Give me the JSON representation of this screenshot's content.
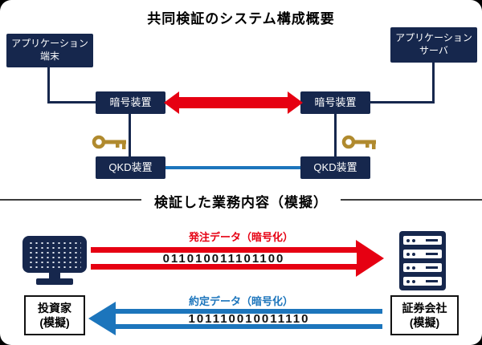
{
  "frame": {
    "background": "#000000",
    "canvas_background": "#ffffff"
  },
  "system_diagram": {
    "title": "共同検証のシステム構成概要",
    "app_terminal": {
      "line1": "アプリケーション",
      "line2": "端末"
    },
    "app_server": {
      "line1": "アプリケーション",
      "line2": "サーバ"
    },
    "crypto_device_left": {
      "label": "暗号装置"
    },
    "crypto_device_right": {
      "label": "暗号装置"
    },
    "qkd_device_left": {
      "label": "QKD装置"
    },
    "qkd_device_right": {
      "label": "QKD装置"
    },
    "icons": {
      "key_left": "key-icon",
      "key_right": "key-icon"
    },
    "colors": {
      "node": "#16274d",
      "encrypted_link": "#e60012",
      "qkd_link": "#1c75bc",
      "key": "#b08a2e"
    }
  },
  "business_diagram": {
    "title": "検証した業務内容（模擬）",
    "order_flow": {
      "caption": "発注データ（暗号化）",
      "binary": "011010011101100",
      "color": "#e60012"
    },
    "execution_flow": {
      "caption": "約定データ（暗号化）",
      "binary": "101110010011110",
      "color": "#1c75bc"
    },
    "investor_label": {
      "line1": "投資家",
      "line2": "(模擬)"
    },
    "broker_label": {
      "line1": "証券会社",
      "line2": "(模擬)"
    },
    "icons": {
      "investor": "terminal-icon",
      "broker": "server-rack-icon"
    }
  }
}
